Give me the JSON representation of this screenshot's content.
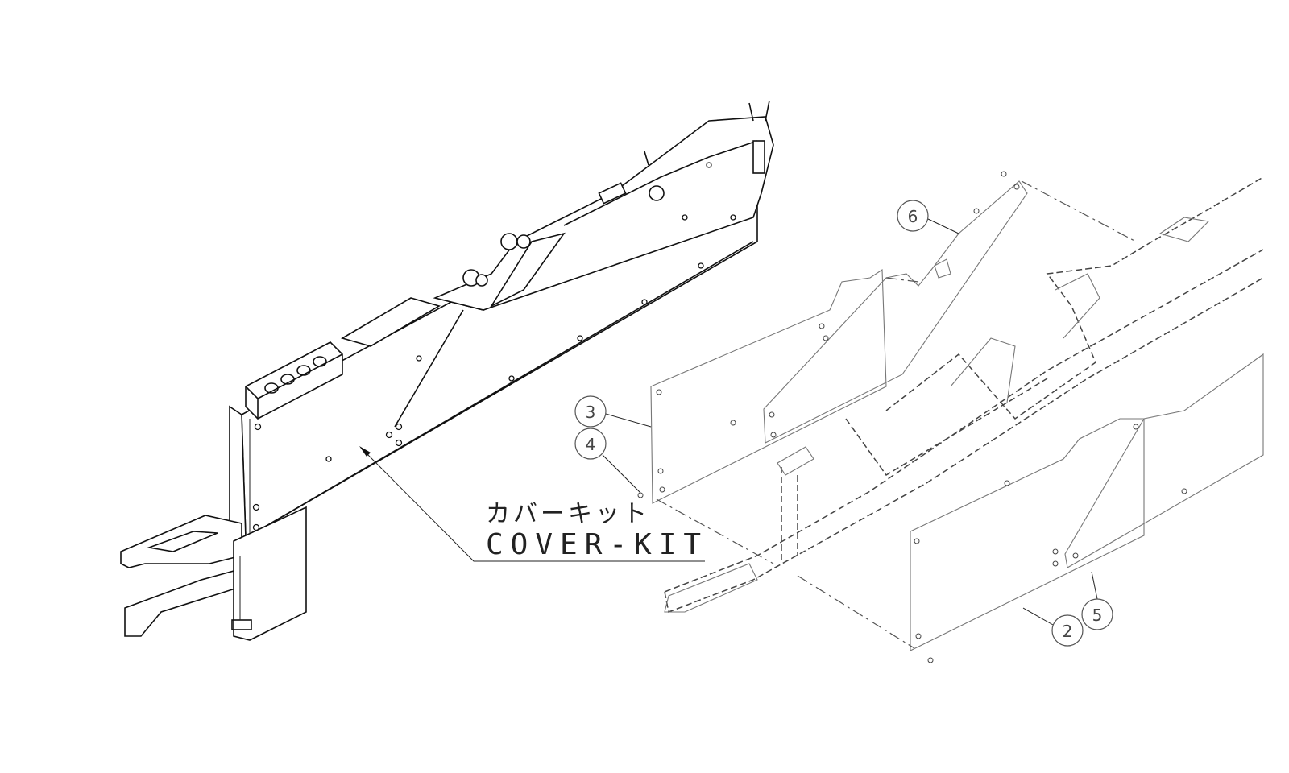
{
  "diagram": {
    "title_jp": "カバーキット",
    "title_en": "COVER-KIT",
    "callouts": [
      {
        "id": "callout-2",
        "label": "2"
      },
      {
        "id": "callout-3",
        "label": "3"
      },
      {
        "id": "callout-4",
        "label": "4"
      },
      {
        "id": "callout-5",
        "label": "5"
      },
      {
        "id": "callout-6",
        "label": "6"
      }
    ]
  }
}
